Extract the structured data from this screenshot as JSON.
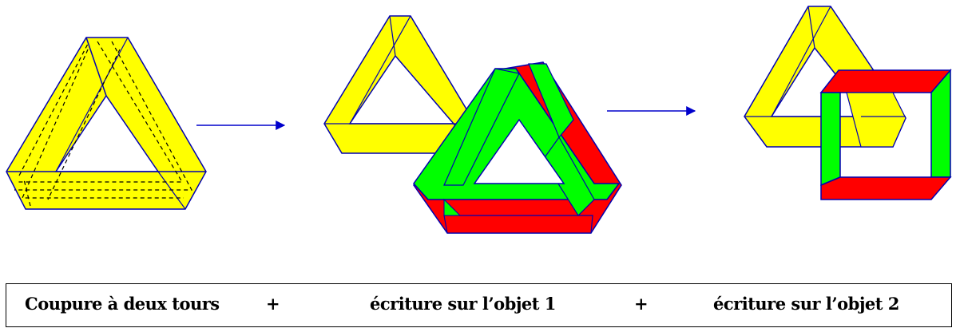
{
  "colors": {
    "yellow": "#ffff00",
    "red": "#ff0000",
    "green": "#00ff00",
    "edge": "#0000b0",
    "arrow": "#0000cc"
  },
  "caption": {
    "part1": "Coupure à deux tours",
    "plus1": "+",
    "part2": "écriture sur l’objet 1",
    "plus2": "+",
    "part3": "écriture sur l’objet 2"
  }
}
